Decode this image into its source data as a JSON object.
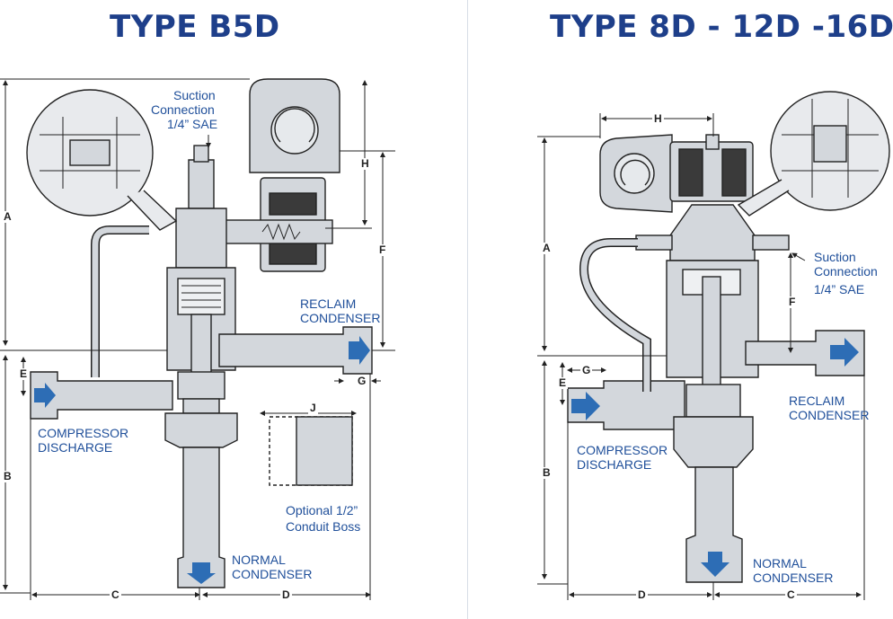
{
  "titles": {
    "left": "TYPE B5D",
    "right": "TYPE 8D - 12D -16D"
  },
  "left": {
    "suction": [
      "Suction",
      "Connection",
      "1/4” SAE"
    ],
    "reclaim": [
      "RECLAIM",
      "CONDENSER"
    ],
    "compressor": [
      "COMPRESSOR",
      "DISCHARGE"
    ],
    "normal": [
      "NORMAL",
      "CONDENSER"
    ],
    "conduit": [
      "Optional 1/2”",
      "Conduit Boss"
    ],
    "dims": {
      "a": "A",
      "b": "B",
      "c": "C",
      "d": "D",
      "e": "E",
      "f": "F",
      "g": "G",
      "h": "H",
      "j": "J"
    }
  },
  "right": {
    "suction": [
      "Suction",
      "Connection",
      "1/4” SAE"
    ],
    "reclaim": [
      "RECLAIM",
      "CONDENSER"
    ],
    "compressor": [
      "COMPRESSOR",
      "DISCHARGE"
    ],
    "normal": [
      "NORMAL",
      "CONDENSER"
    ],
    "dims": {
      "a": "A",
      "b": "B",
      "c": "C",
      "d": "D",
      "e": "E",
      "f": "F",
      "g": "G",
      "h": "H"
    }
  },
  "colors": {
    "title": "#1e3f8a",
    "callout": "#1f4f9a",
    "fill": "#d3d7dc",
    "arrow": "#2d6db5"
  }
}
